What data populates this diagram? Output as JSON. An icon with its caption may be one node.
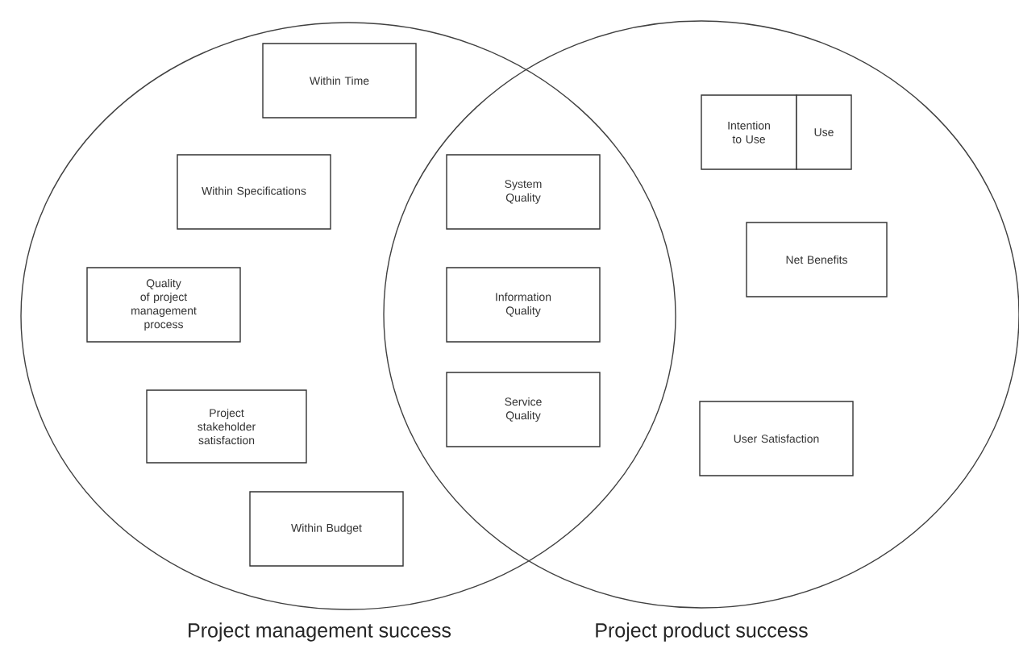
{
  "diagram": {
    "nodes": [
      {
        "text": [
          "Project management success"
        ]
      },
      {
        "text": [
          "Project product success"
        ]
      },
      {
        "text": [
          "Within Time"
        ],
        "in": 0
      },
      {
        "text": [
          "Within Specifications"
        ],
        "in": 0
      },
      {
        "text": [
          "Quality of project management process"
        ],
        "in": 0
      },
      {
        "text": [
          "Project stakeholder satisfaction"
        ],
        "in": 0
      },
      {
        "text": [
          "Within Budget"
        ],
        "in": 0
      },
      {
        "text": [
          "System Quality"
        ]
      },
      {
        "text": [
          "Information Quality"
        ]
      },
      {
        "text": [
          "Service Quality"
        ]
      },
      {
        "text": [
          "Intention to Use"
        ],
        "in": 1
      },
      {
        "text": [
          "Use"
        ],
        "in": 1
      },
      {
        "text": [
          "Net Benefits"
        ],
        "in": 1
      },
      {
        "text": [
          "User Satisfaction"
        ],
        "in": 1
      }
    ]
  }
}
